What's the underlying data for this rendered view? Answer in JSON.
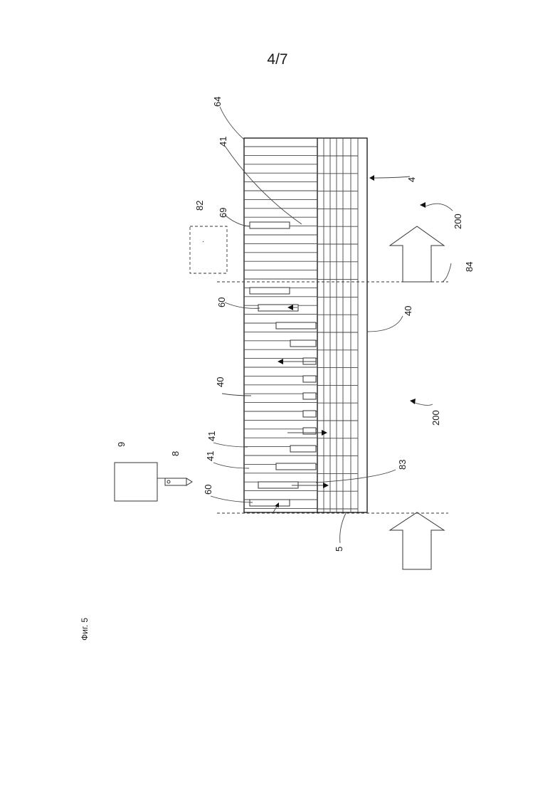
{
  "page": {
    "sheet_number": "4/7",
    "figure_caption": "Фиг. 5"
  },
  "drawing": {
    "ref_4": "4",
    "ref_5": "5",
    "ref_8": "8",
    "ref_9": "9",
    "ref_40_a": "40",
    "ref_40_b": "40",
    "ref_41_a": "41",
    "ref_41_b": "41",
    "ref_41_c": "41",
    "ref_60_a": "60",
    "ref_60_b": "60",
    "ref_64": "64",
    "ref_69": "69",
    "ref_82": "82",
    "ref_83": "83",
    "ref_84": "84",
    "ref_200_a": "200",
    "ref_200_b": "200"
  }
}
